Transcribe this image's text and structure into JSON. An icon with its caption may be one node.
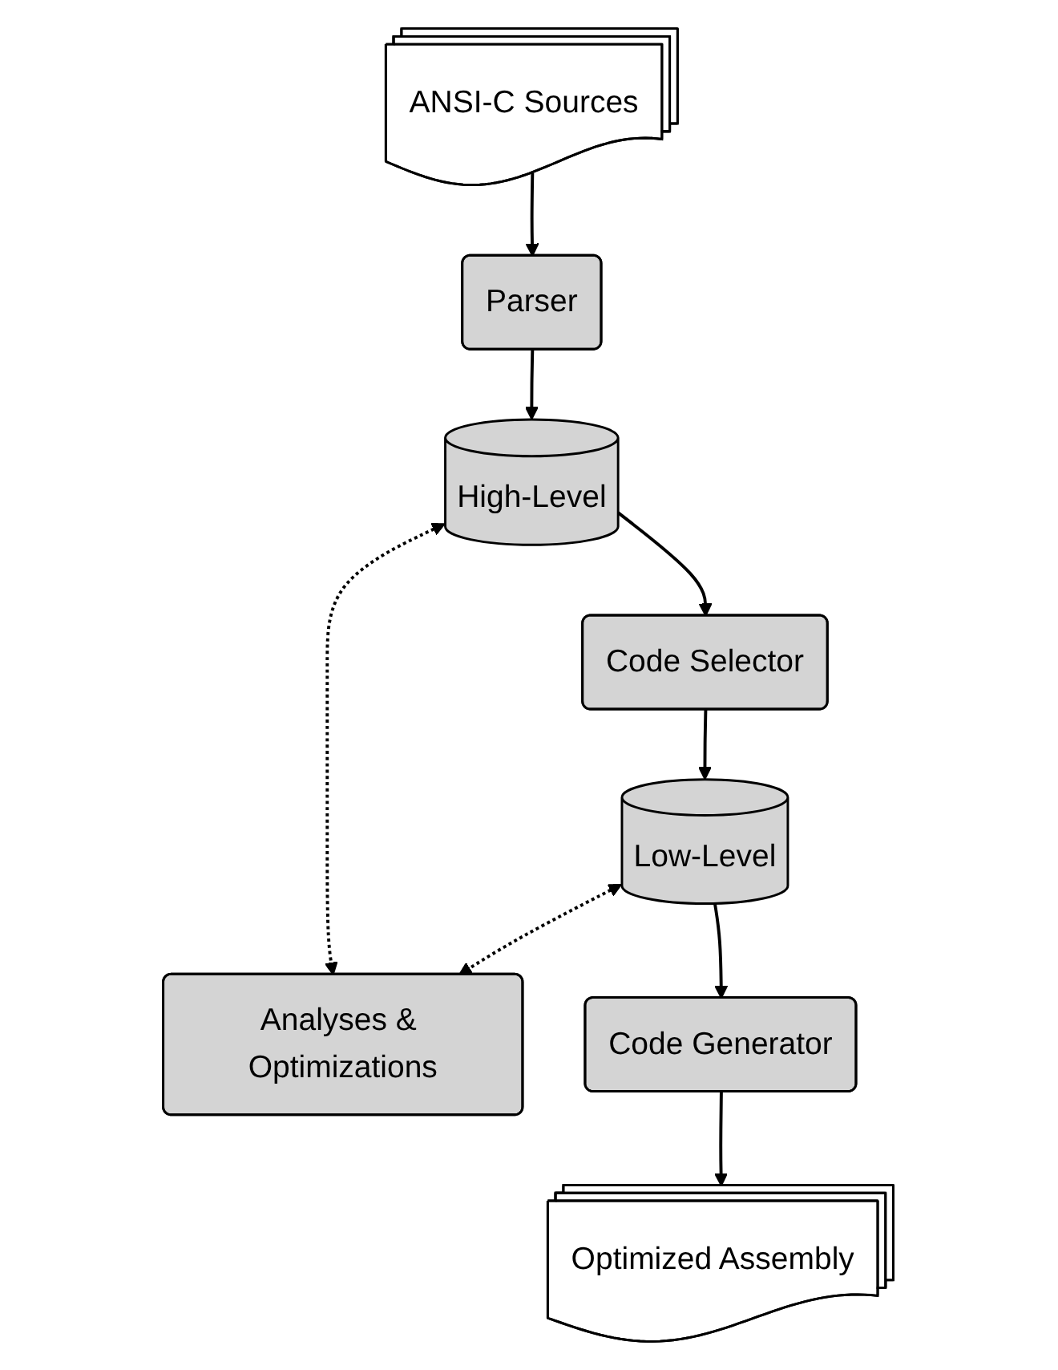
{
  "diagram": {
    "nodes": [
      {
        "text": [
          "ANSI-C Sources"
        ]
      },
      {
        "text": [
          "Parser"
        ]
      },
      {
        "text": [
          "High-Level"
        ]
      },
      {
        "text": [
          "Code Selector"
        ]
      },
      {
        "text": [
          "Low-Level"
        ]
      },
      {
        "text": [
          "Analyses & Optimizations"
        ]
      },
      {
        "text": [
          "Code Generator"
        ]
      },
      {
        "text": [
          "Optimized Assembly"
        ]
      }
    ],
    "edges": [
      {
        "from": 0,
        "to": 1,
        "arrow": "to"
      },
      {
        "from": 1,
        "to": 2,
        "arrow": "to"
      },
      {
        "from": 2,
        "to": 3,
        "arrow": "to"
      },
      {
        "from": 3,
        "to": 4,
        "arrow": "to"
      },
      {
        "from": 2,
        "to": 5,
        "arrow": "both",
        "style": "dashed"
      },
      {
        "from": 4,
        "to": 5,
        "arrow": "both",
        "style": "dashed"
      },
      {
        "from": 4,
        "to": 6,
        "arrow": "to"
      },
      {
        "from": 6,
        "to": 7,
        "arrow": "to"
      }
    ]
  }
}
